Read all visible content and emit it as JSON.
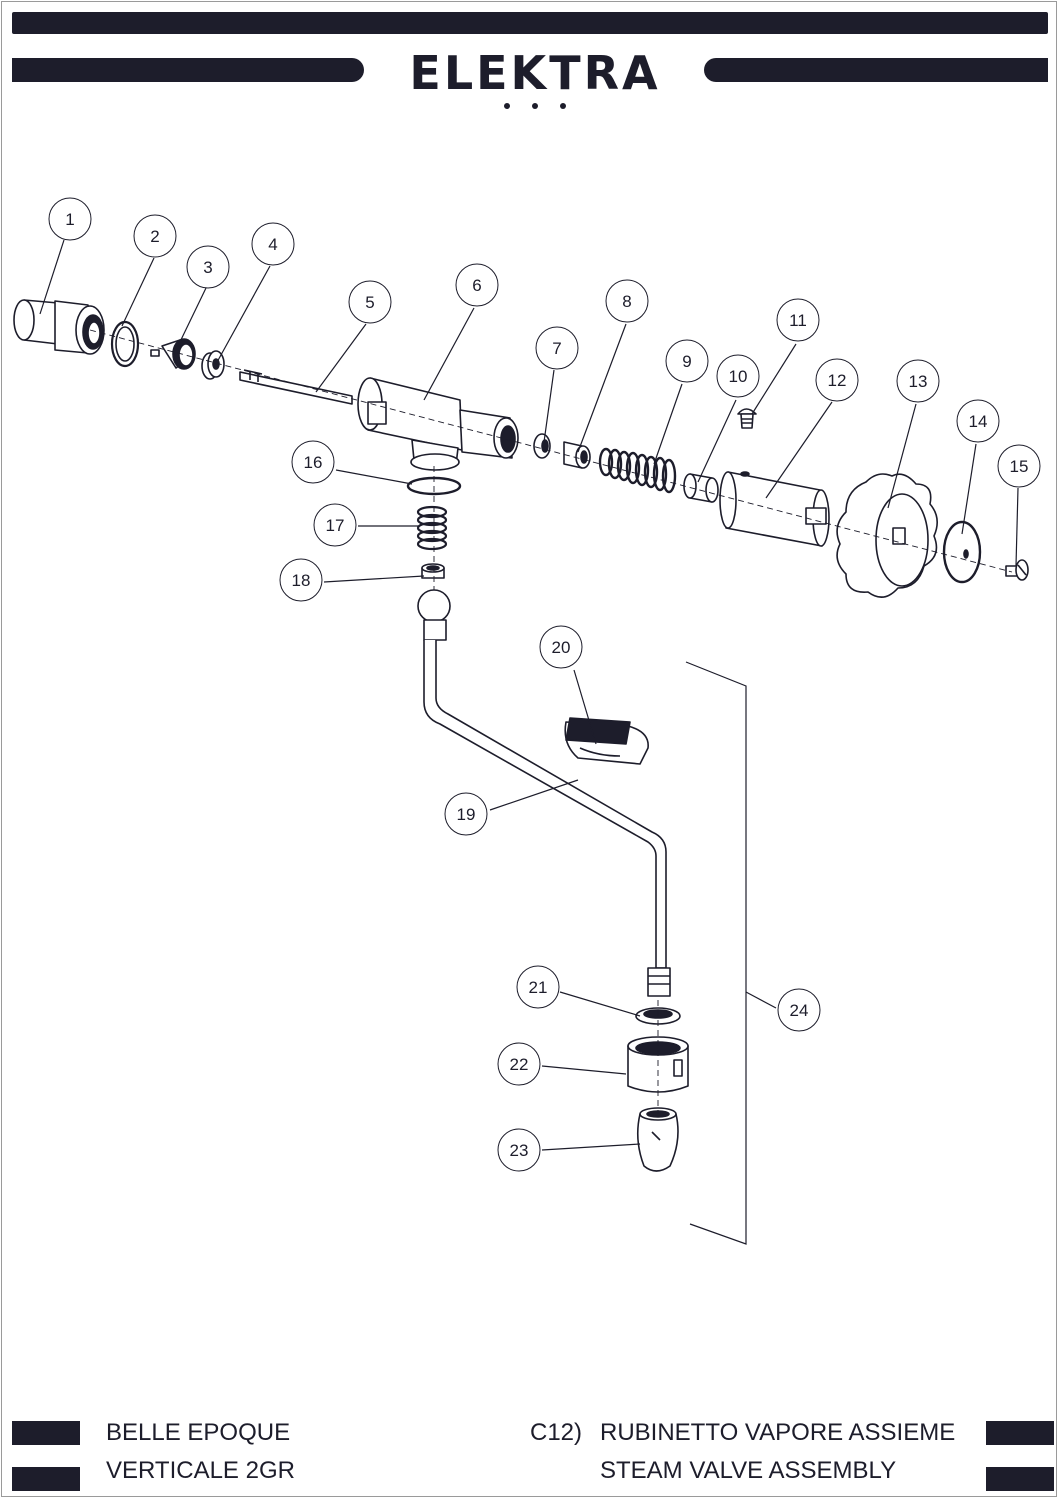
{
  "brand": {
    "name": "ELEKTRA"
  },
  "callouts": [
    "1",
    "2",
    "3",
    "4",
    "5",
    "6",
    "7",
    "8",
    "9",
    "10",
    "11",
    "12",
    "13",
    "14",
    "15",
    "16",
    "17",
    "18",
    "19",
    "20",
    "21",
    "22",
    "23",
    "24"
  ],
  "footer": {
    "model_line1": "BELLE EPOQUE",
    "model_line2": "VERTICALE 2GR",
    "code": "C12)",
    "title_it": "RUBINETTO VAPORE ASSIEME",
    "title_en": "STEAM VALVE ASSEMBLY"
  },
  "colors": {
    "ink": "#1d1d2b",
    "paper": "#ffffff",
    "frame": "#9a9a9a"
  }
}
